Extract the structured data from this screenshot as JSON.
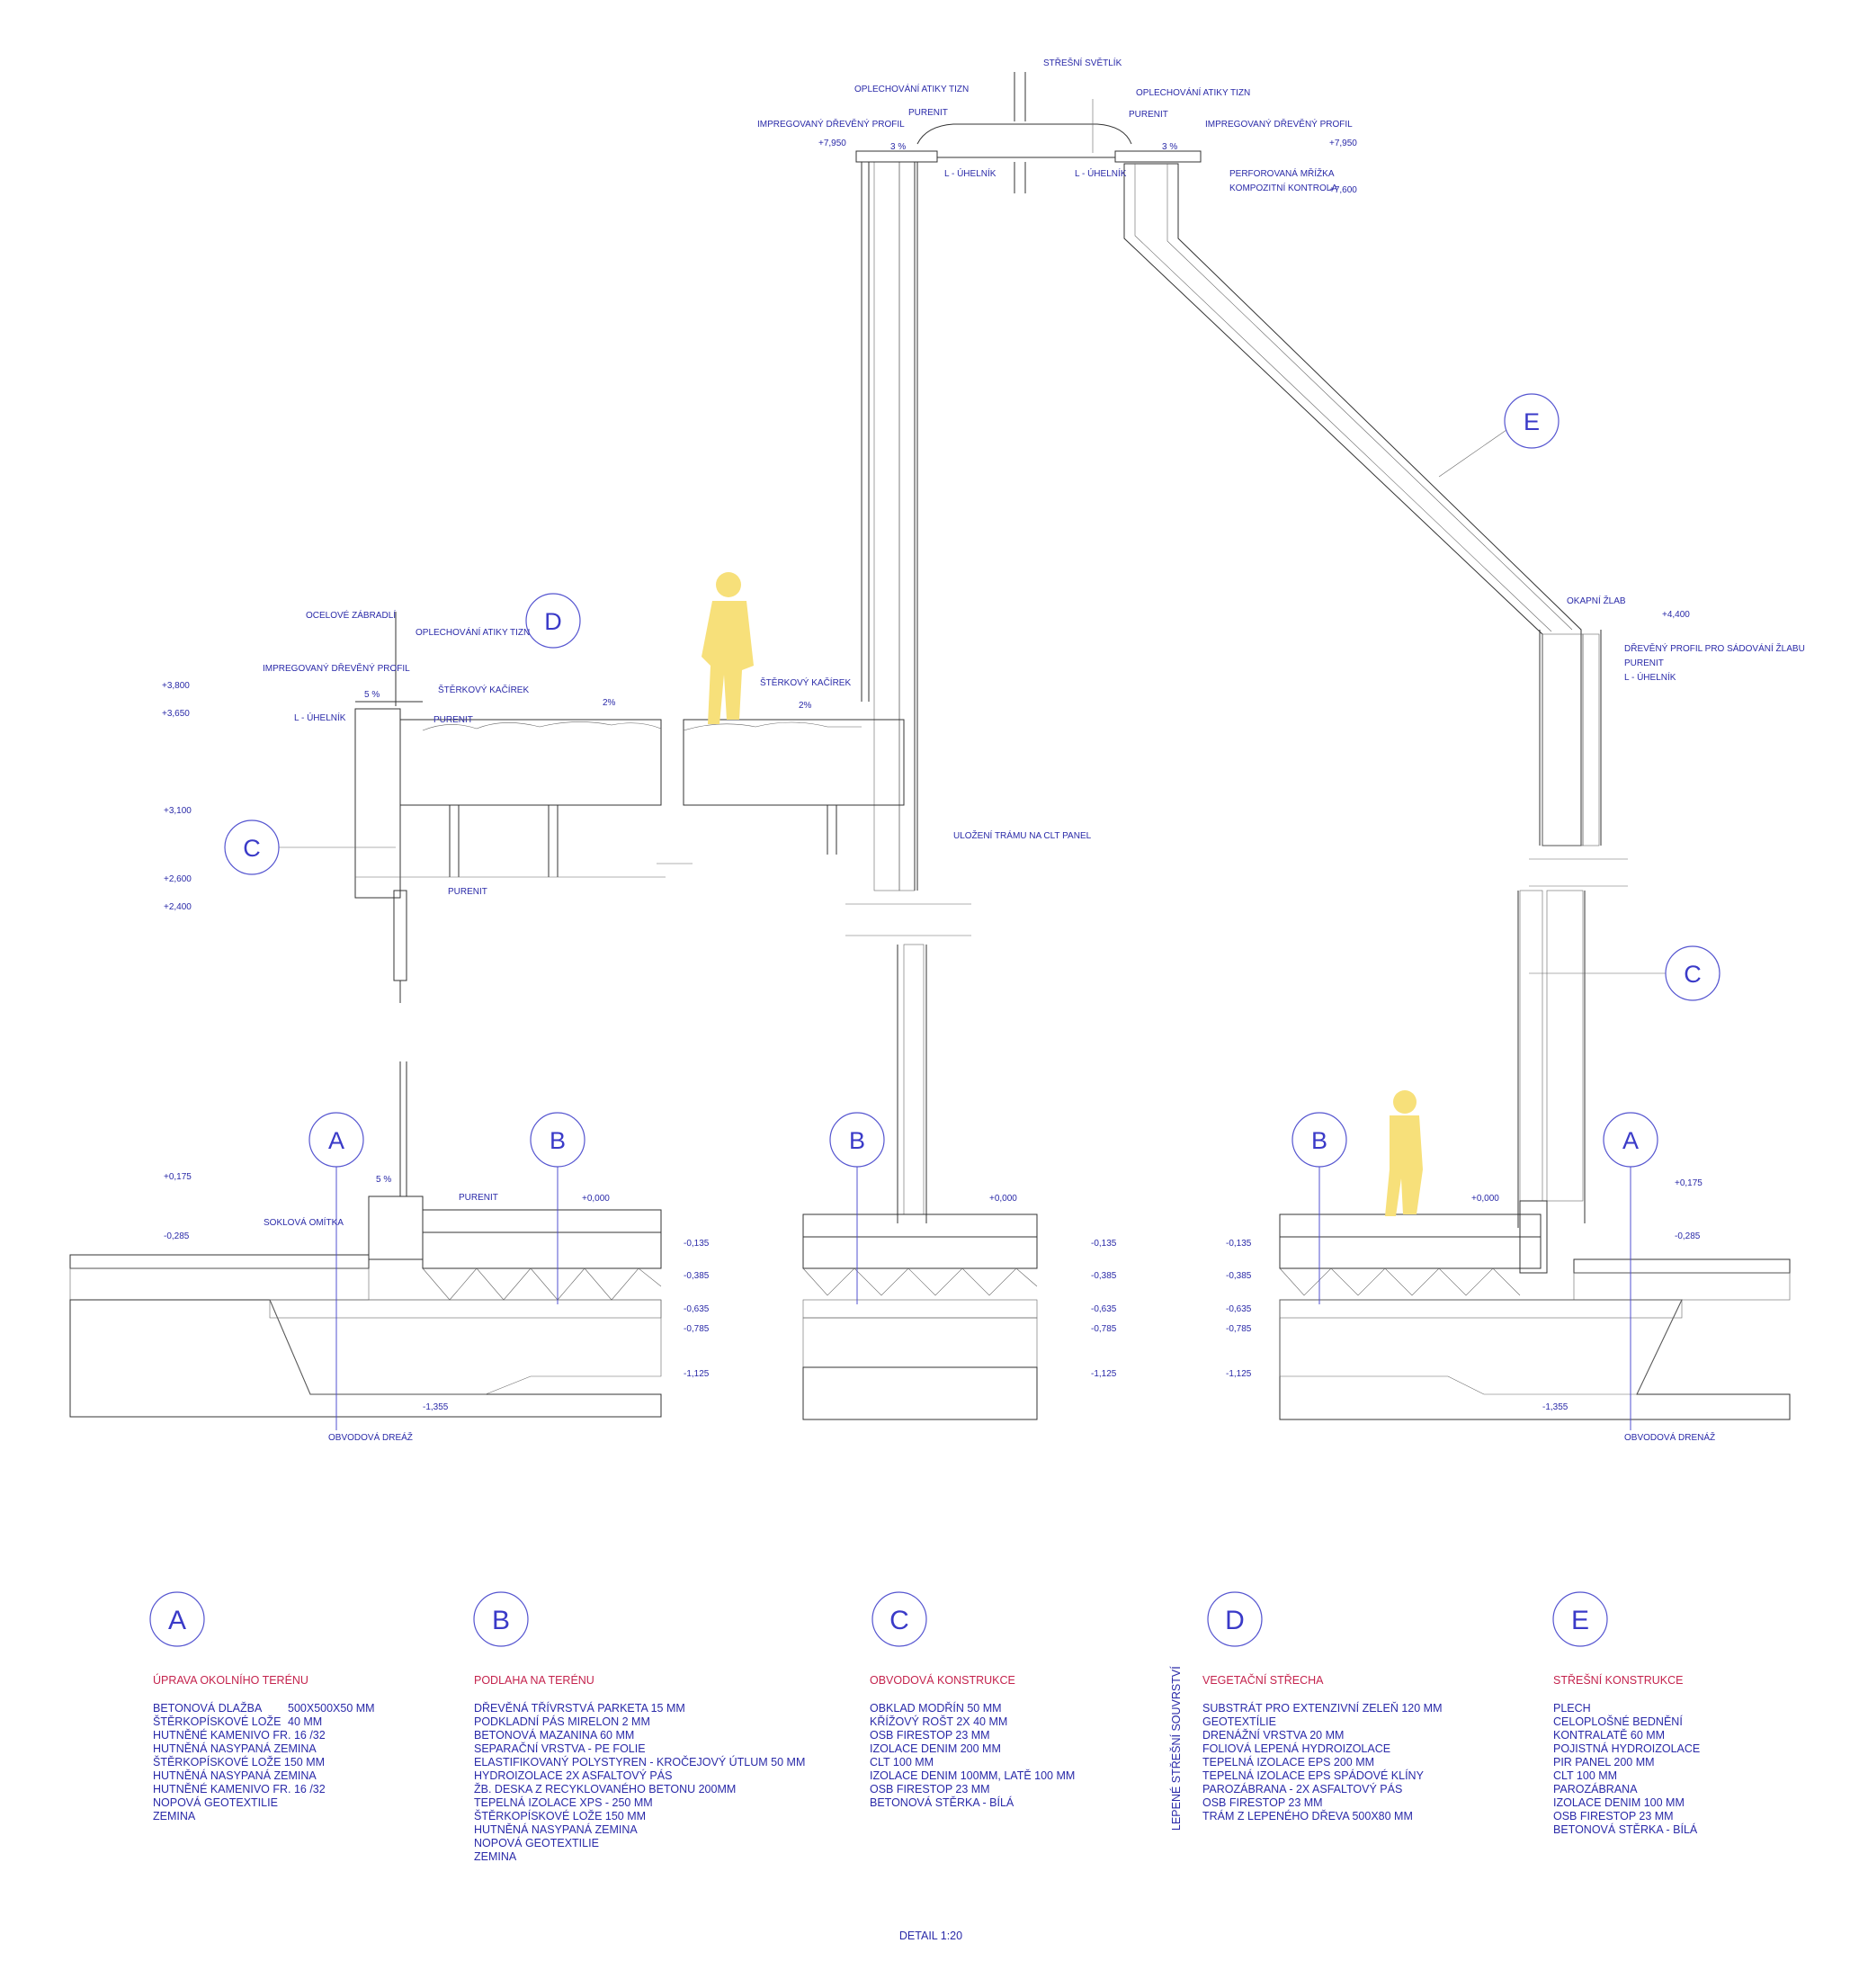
{
  "labels": {
    "stresni_svetlik": "STŘEŠNÍ SVĚTLÍK",
    "oplechovani_l": "OPLECHOVÁNÍ ATIKY TIZN",
    "oplechovani_r": "OPLECHOVÁNÍ ATIKY TIZN",
    "purenit_top_l": "PURENIT",
    "purenit_top_r": "PURENIT",
    "impreg_l": "IMPREGOVANÝ DŘEVĚNÝ PROFIL",
    "impreg_r": "IMPREGOVANÝ DŘEVĚNÝ PROFIL",
    "slope_top_l": "3 %",
    "slope_top_r": "3 %",
    "uhelnik_top_l": "L - ÚHELNÍK",
    "uhelnik_top_r": "L - ÚHELNÍK",
    "perforovana": "PERFOROVANÁ MŘÍŽKA",
    "kompozitni": "KOMPOZITNÍ KONTROLA",
    "okapni": "OKAPNÍ ŽLAB",
    "drev_profil_zlab": "DŘEVĚNÝ PROFIL PRO SÁDOVÁNÍ ŽLABU",
    "purenit_gutter": "PURENIT",
    "uhelnik_gutter": "L - ÚHELNÍK",
    "ocelove": "OCELOVÉ ZÁBRADLÍ",
    "oplech_mid": "OPLECHOVÁNÍ ATIKY TIZN",
    "impreg_mid": "IMPREGOVANÝ DŘEVĚNÝ PROFIL",
    "slope_mid": "5 %",
    "uhelnik_mid": "L - ÚHELNÍK",
    "sterk_l": "ŠTĚRKOVÝ KAČÍREK",
    "purenit_mid": "PURENIT",
    "slope_2a": "2%",
    "sterk_r": "ŠTĚRKOVÝ KAČÍREK",
    "slope_2b": "2%",
    "ulozeni": "ULOŽENÍ TRÁMU NA CLT PANEL",
    "purenit_low": "PURENIT",
    "purenit_ground": "PURENIT",
    "slope_5b": "5 %",
    "soklova": "SOKLOVÁ OMÍTKA",
    "obvodova_l": "OBVODOVÁ DREÁŽ",
    "obvodova_r": "OBVODOVÁ DRENÁŽ",
    "lepene_vertical": "LEPENÉ STŘEŠNÍ SOUVRSTVÍ",
    "detail": "DETAIL 1:20"
  },
  "levels": {
    "l7950a": "+7,950",
    "l7950b": "+7,950",
    "l7600": "+7,600",
    "l4400": "+4,400",
    "l3800": "+3,800",
    "l3650": "+3,650",
    "l3100": "+3,100",
    "l2600": "+2,600",
    "l2400": "+2,400",
    "l0175a": "+0,175",
    "l0175b": "+0,175",
    "l0285a": "-0,285",
    "l0285b": "-0,285",
    "l0000a": "+0,000",
    "l0000b": "+0,000",
    "l0000c": "+0,000",
    "l1355a": "-1,355",
    "l1355b": "-1,355",
    "d0135": "-0,135",
    "d0385": "-0,385",
    "d0635": "-0,635",
    "d0785": "-0,785",
    "d1125": "-1,125"
  },
  "bubbles": {
    "e": "E",
    "d": "D",
    "c1": "C",
    "c2": "C",
    "a1": "A",
    "b1": "B",
    "b2": "B",
    "b3": "B",
    "a2": "A"
  },
  "legend": [
    {
      "key": "A",
      "title": "ÚPRAVA OKOLNÍHO TERÉNU",
      "items": [
        "BETONOVÁ DLAŽBA",
        "ŠTĚRKOPÍSKOVÉ LOŽE",
        "HUTNĚNÉ KAMENIVO FR. 16 /32",
        "HUTNĚNÁ NASYPANÁ ZEMINA",
        "ŠTĚRKOPÍSKOVÉ LOŽE 150 MM",
        "HUTNĚNÁ NASYPANÁ ZEMINA",
        "HUTNĚNÉ KAMENIVO FR. 16 /32",
        "NOPOVÁ GEOTEXTILIE",
        "ZEMINA"
      ],
      "side": [
        "500X500X50 MM",
        "40 MM"
      ]
    },
    {
      "key": "B",
      "title": "PODLAHA NA TERÉNU",
      "items": [
        "DŘEVĚNÁ TŘÍVRSTVÁ PARKETA 15 MM",
        "PODKLADNÍ PÁS MIRELON 2 MM",
        "BETONOVÁ MAZANINA 60 MM",
        "SEPARAČNÍ VRSTVA - PE FOLIE",
        "ELASTIFIKOVANÝ POLYSTYREN - KROČEJOVÝ ÚTLUM  50 MM",
        "HYDROIZOLACE 2X ASFALTOVÝ PÁS",
        "ŽB. DESKA Z RECYKLOVANÉHO BETONU 200MM",
        "TEPELNÁ IZOLACE XPS - 250 MM",
        "ŠTĚRKOPÍSKOVÉ LOŽE 150 MM",
        "HUTNĚNÁ NASYPANÁ ZEMINA",
        "NOPOVÁ GEOTEXTILIE",
        "ZEMINA"
      ]
    },
    {
      "key": "C",
      "title": "OBVODOVÁ KONSTRUKCE",
      "items": [
        "OBKLAD MODŘÍN 50 MM",
        "KŘÍŽOVÝ ROŠT 2X 40 MM",
        "OSB FIRESTOP 23 MM",
        "IZOLACE DENIM 200 MM",
        "CLT 100 MM",
        "IZOLACE DENIM 100MM, LATĚ 100 MM",
        "OSB FIRESTOP 23 MM",
        "BETONOVÁ STĚRKA - BÍLÁ"
      ]
    },
    {
      "key": "D",
      "title": "VEGETAČNÍ STŘECHA",
      "items": [
        "SUBSTRÁT PRO EXTENZIVNÍ ZELEŇ 120 MM",
        "GEOTEXTÍLIE",
        "DRENÁŽNÍ VRSTVA 20 MM",
        "FOLIOVÁ LEPENÁ HYDROIZOLACE",
        "TEPELNÁ IZOLACE EPS 200 MM",
        "TEPELNÁ IZOLACE EPS SPÁDOVÉ KLÍNY",
        "PAROZÁBRANA - 2X ASFALTOVÝ PÁS",
        "OSB FIRESTOP 23 MM",
        "TRÁM Z LEPENÉHO DŘEVA 500X80 MM"
      ]
    },
    {
      "key": "E",
      "title": "STŘEŠNÍ KONSTRUKCE",
      "items": [
        "PLECH",
        "CELOPLOŠNÉ BEDNĚNÍ",
        "KONTRALATĚ 60 MM",
        "POJISTNÁ HYDROIZOLACE",
        "PIR PANEL 200 MM",
        "CLT 100 MM",
        "PAROZÁBRANA",
        "IZOLACE DENIM 100 MM",
        "OSB FIRESTOP 23 MM",
        "BETONOVÁ STĚRKA - BÍLÁ"
      ]
    }
  ],
  "colors": {
    "figure": "#f7e07a",
    "ink": "#2a2aa8",
    "accent": "#c4234d"
  }
}
